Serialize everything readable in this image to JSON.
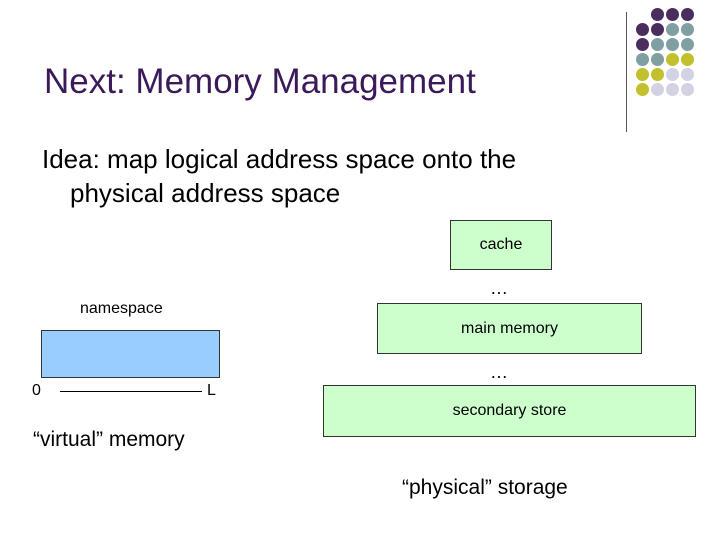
{
  "slide": {
    "title": "Next: Memory Management",
    "bullet_line1": "Idea: map logical address space onto the",
    "bullet_line2": "physical address space"
  },
  "diagram": {
    "cache": "cache",
    "ellipsis_top": "…",
    "main_memory": "main memory",
    "ellipsis_bottom": "…",
    "secondary_store": "secondary store",
    "namespace_label": "namespace",
    "axis_start": "0",
    "axis_end": "L",
    "virtual_caption": "“virtual” memory",
    "physical_caption": "“physical” storage"
  },
  "colors": {
    "title": "#3b1a5a",
    "storage_fill": "#ccffcc",
    "namespace_fill": "#99ccff",
    "dot_purple": "#4b2c5e",
    "dot_teal": "#7f9fa3",
    "dot_yellow": "#c2c02c",
    "dot_lavender": "#d2d2e2"
  }
}
